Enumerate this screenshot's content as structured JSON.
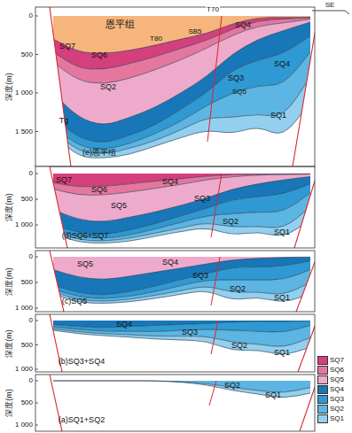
{
  "diagram": {
    "labels": [
      "SE",
      "深度(m)",
      "0",
      "500",
      "1 000",
      "1 500",
      "恩平组",
      "T70",
      "T80",
      "SB5",
      "SQ4",
      "SQ7",
      "SQ6",
      "SQ2",
      "Tg",
      "SQ3",
      "SQ5",
      "SQ4",
      "SQ1",
      "(e)恩平组",
      "深度(m)",
      "0",
      "500",
      "1 000",
      "SQ7",
      "SQ6",
      "SQ4",
      "SQ5",
      "SQ3",
      "SQ2",
      "SQ1",
      "(d)SQ6+SQ7",
      "深度(m)",
      "0",
      "500",
      "1 000",
      "SQ5",
      "SQ4",
      "SQ3",
      "SQ2",
      "SQ1",
      "(c)SQ5",
      "深度(m)",
      "0",
      "500",
      "1 000",
      "SQ4",
      "SQ3",
      "SQ2",
      "SQ1",
      "(b)SQ3+SQ4",
      "深度(m)",
      "0",
      "500",
      "1 000",
      "SQ2",
      "SQ1",
      "(a)SQ1+SQ2"
    ],
    "legend": [
      {
        "text": "SQ7",
        "color": "#d43f7e"
      },
      {
        "text": "SQ6",
        "color": "#e5779f"
      },
      {
        "text": "SQ5",
        "color": "#eeaacb"
      },
      {
        "text": "SQ4",
        "color": "#1877b8"
      },
      {
        "text": "SQ3",
        "color": "#2f99d3"
      },
      {
        "text": "SQ2",
        "color": "#5cb5e2"
      },
      {
        "text": "SQ1",
        "color": "#93cfee"
      }
    ]
  }
}
